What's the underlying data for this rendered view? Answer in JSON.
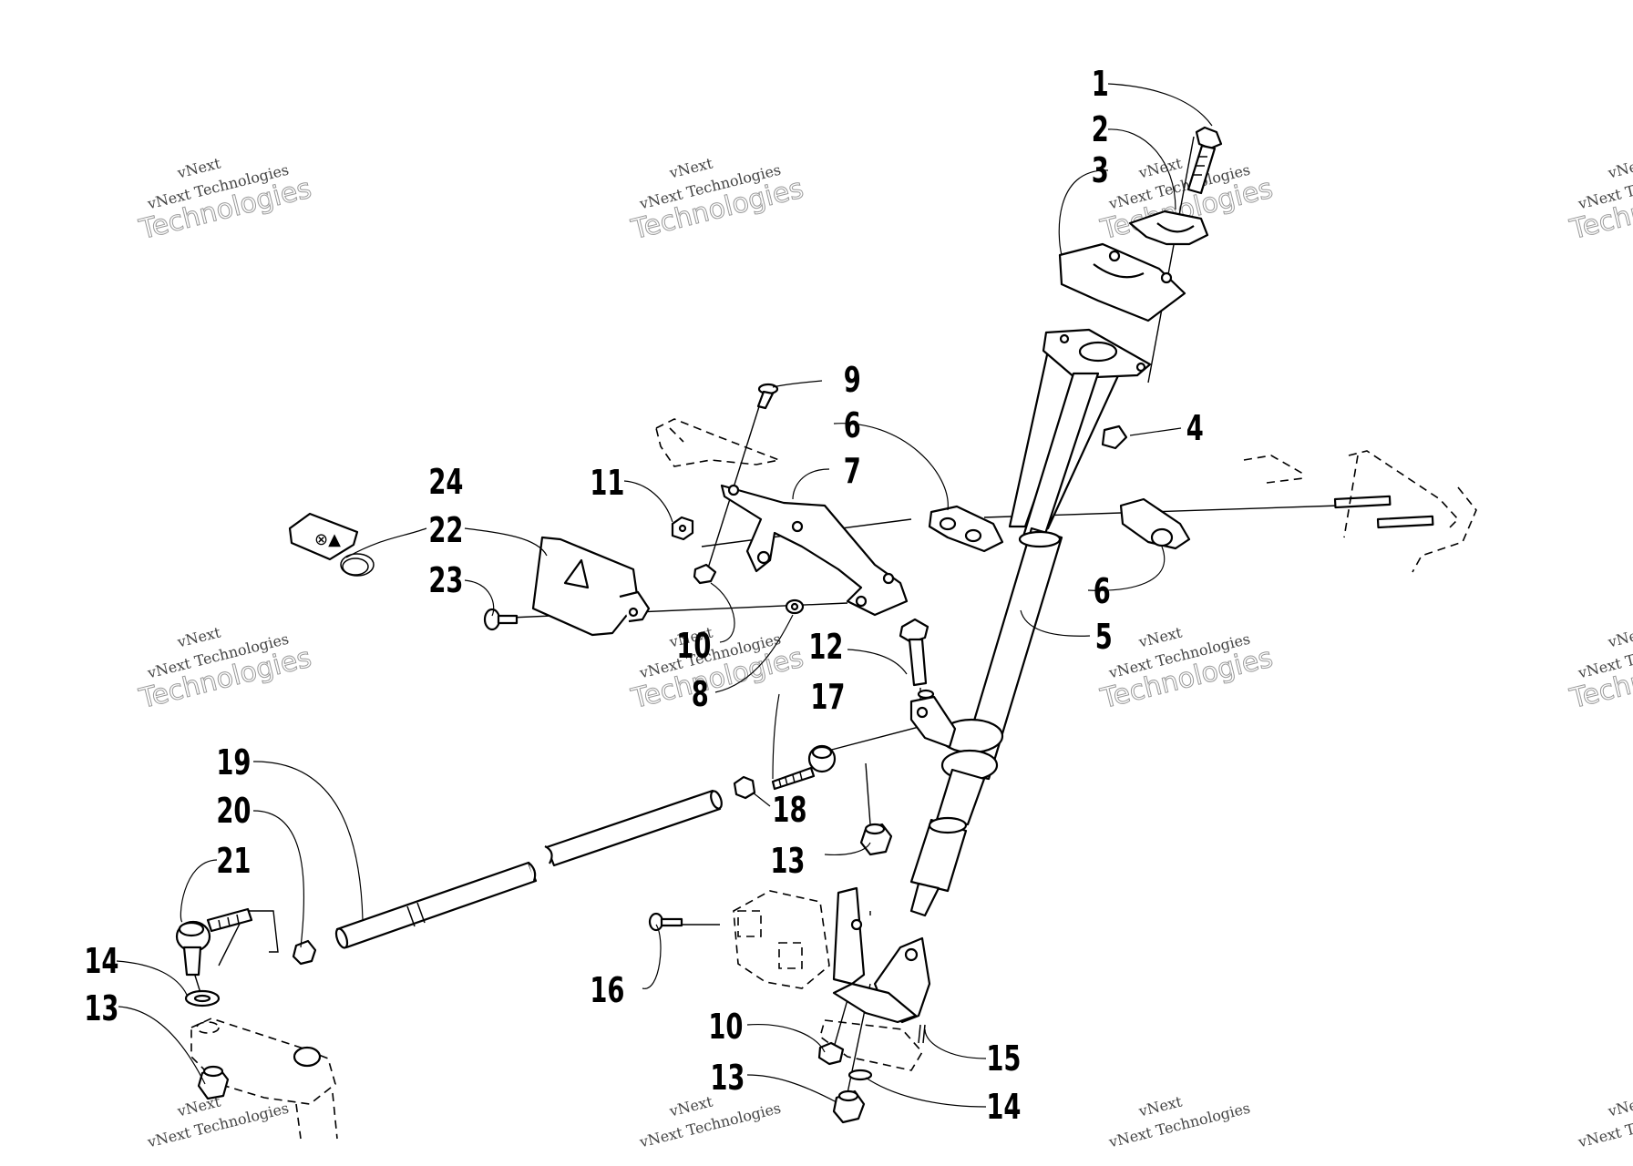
{
  "watermark": {
    "line1": "vNext",
    "line2": "vNext Technologies",
    "line3": "Technologies"
  },
  "callouts": {
    "c1": "1",
    "c2": "2",
    "c3": "3",
    "c4": "4",
    "c5": "5",
    "c6a": "6",
    "c6b": "6",
    "c7": "7",
    "c8": "8",
    "c9": "9",
    "c10a": "10",
    "c10b": "10",
    "c11": "11",
    "c12": "12",
    "c13a": "13",
    "c13b": "13",
    "c13c": "13",
    "c14a": "14",
    "c14b": "14",
    "c15": "15",
    "c16": "16",
    "c17": "17",
    "c18": "18",
    "c19": "19",
    "c20": "20",
    "c21": "21",
    "c22": "22",
    "c23": "23",
    "c24": "24"
  }
}
